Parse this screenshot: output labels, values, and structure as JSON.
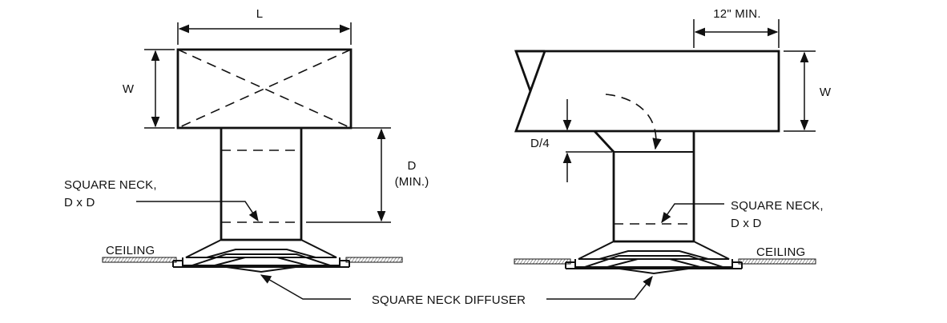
{
  "labels": {
    "length": "L",
    "width_left": "W",
    "depth": "D",
    "depth_min": "(MIN.)",
    "square_neck_left_1": "SQUARE NECK,",
    "square_neck_left_2": "D x D",
    "ceiling_left": "CEILING",
    "twelve_min": "12\" MIN.",
    "width_right": "W",
    "d_quarter": "D/4",
    "square_neck_right_1": "SQUARE NECK,",
    "square_neck_right_2": "D x D",
    "ceiling_right": "CEILING",
    "diffuser": "SQUARE NECK DIFFUSER"
  }
}
